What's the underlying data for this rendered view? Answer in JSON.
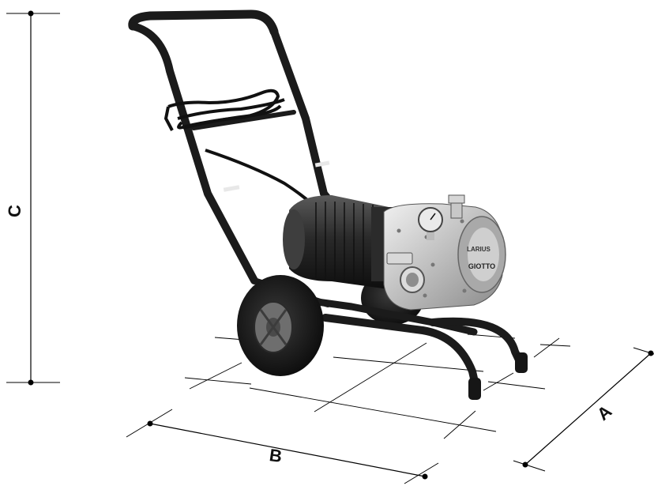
{
  "dimensions": {
    "height_label": "C",
    "length_label": "B",
    "width_label": "A"
  },
  "machine": {
    "brand_text": "LARIUS",
    "model_text": "GIOTTO"
  },
  "colors": {
    "frame": "#1b1b1b",
    "motor": "#2a2a2a",
    "pump_body": "#c9c9c9",
    "line": "#000000"
  }
}
